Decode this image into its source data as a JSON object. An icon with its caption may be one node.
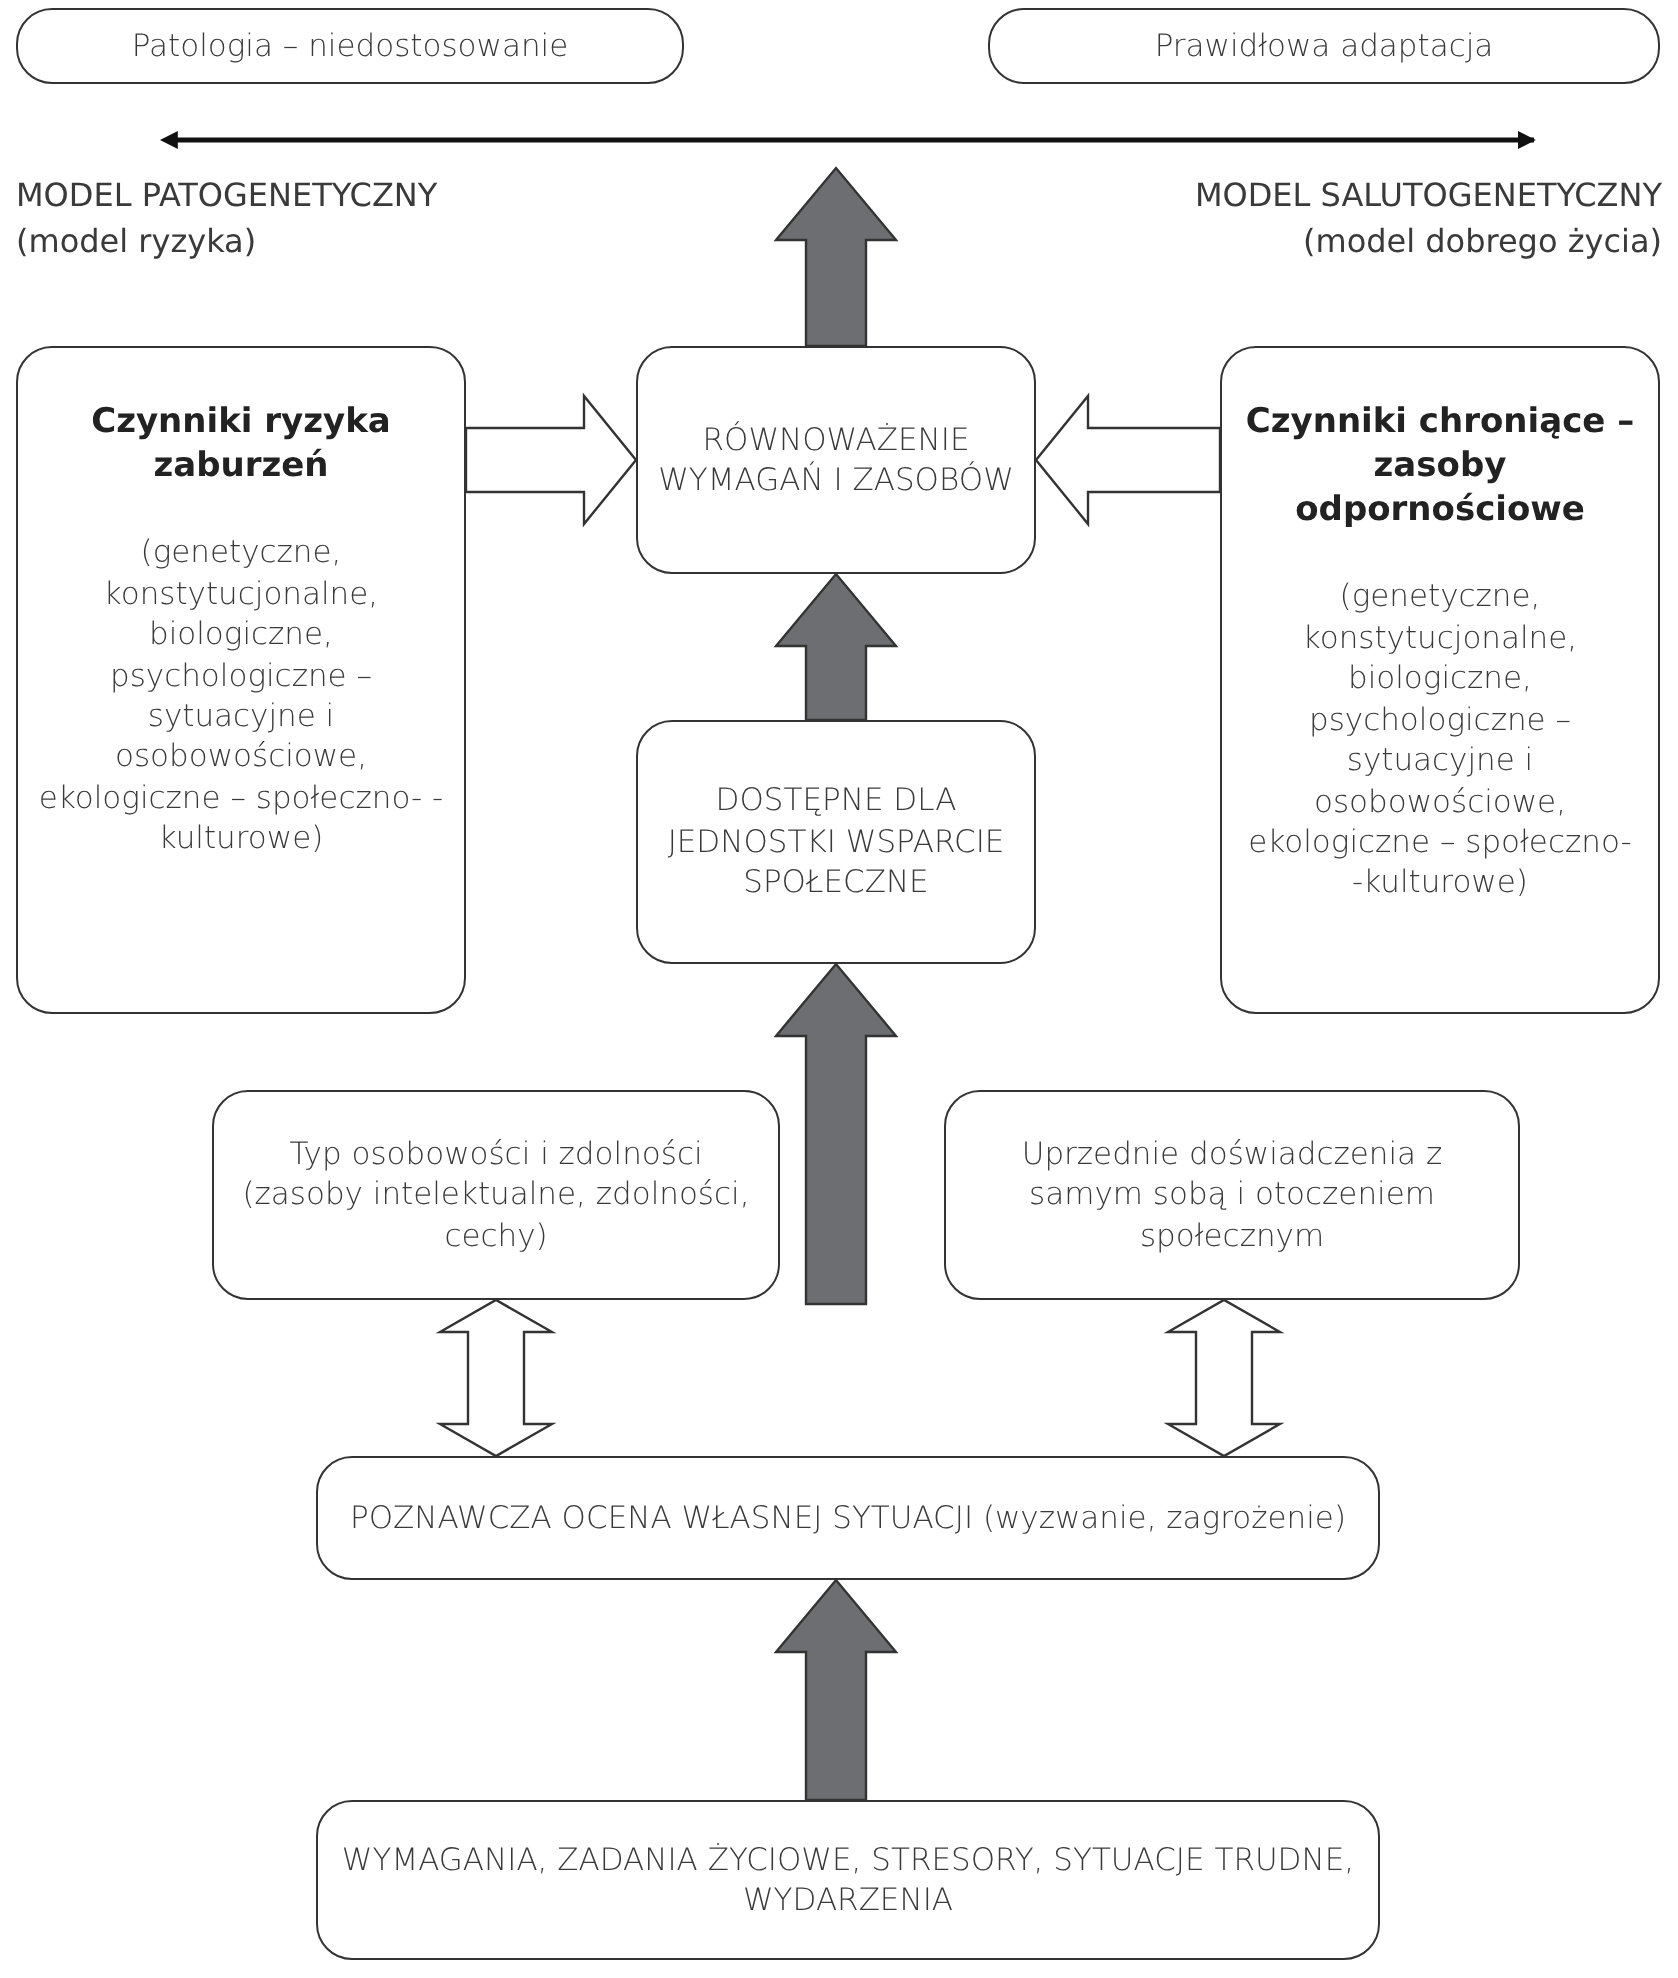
{
  "diagram": {
    "nodes": [
      {
        "text": [
          "Patologia – niedostosowanie"
        ]
      },
      {
        "text": [
          "Prawidłowa adaptacja"
        ]
      },
      {
        "text": [
          "RÓWNOWAŻENIE WYMAGAŃ I ZASOBÓW"
        ]
      },
      {
        "text": [
          "Czynniki ryzyka zaburzeń",
          "(genetyczne, konstytucjonalne, biologiczne, psychologiczne – sytuacyjne i osobowościowe, ekologiczne – społeczno- -kulturowe)"
        ]
      },
      {
        "text": [
          "Czynniki chroniące – zasoby odpornościowe",
          "(genetyczne, konstytucjonalne, biologiczne, psychologiczne – sytuacyjne i osobowościowe, ekologiczne – społeczno- -kulturowe)"
        ]
      },
      {
        "text": [
          "DOSTĘPNE DLA JEDNOSTKI WSPARCIE SPOŁECZNE"
        ]
      },
      {
        "text": [
          "Typ osobowości i zdolności (zasoby intelektualne, zdolności, cechy)"
        ]
      },
      {
        "text": [
          "Uprzednie doświadczenia z samym sobą i otoczeniem społecznym"
        ]
      },
      {
        "text": [
          "POZNAWCZA OCENA WŁASNEJ SYTUACJI (wyzwanie, zagrożenie)"
        ]
      },
      {
        "text": [
          "WYMAGANIA, ZADANIA ŻYCIOWE, STRESORY, SYTUACJE TRUDNE, WYDARZENIA"
        ]
      }
    ],
    "edges": [
      {
        "from": 2,
        "to": null,
        "arrow": "to",
        "color": "#6d6e71"
      },
      {
        "from": 5,
        "to": 2,
        "arrow": "to",
        "color": "#6d6e71"
      },
      {
        "from": null,
        "to": 5,
        "arrow": "to",
        "color": "#6d6e71"
      },
      {
        "from": 9,
        "to": 8,
        "arrow": "to",
        "color": "#6d6e71"
      },
      {
        "from": 3,
        "to": 2,
        "arrow": "to",
        "color": "#ffffff"
      },
      {
        "from": 4,
        "to": 2,
        "arrow": "to",
        "color": "#ffffff"
      },
      {
        "from": 6,
        "to": 8,
        "arrow": "both",
        "color": "#ffffff"
      },
      {
        "from": 7,
        "to": 8,
        "arrow": "both",
        "color": "#ffffff"
      }
    ],
    "labels": [
      "MODEL PATOGENETYCZNY",
      "(model ryzyka)",
      "MODEL SALUTOGENETYCZNY",
      "(model dobrego życia)"
    ]
  }
}
